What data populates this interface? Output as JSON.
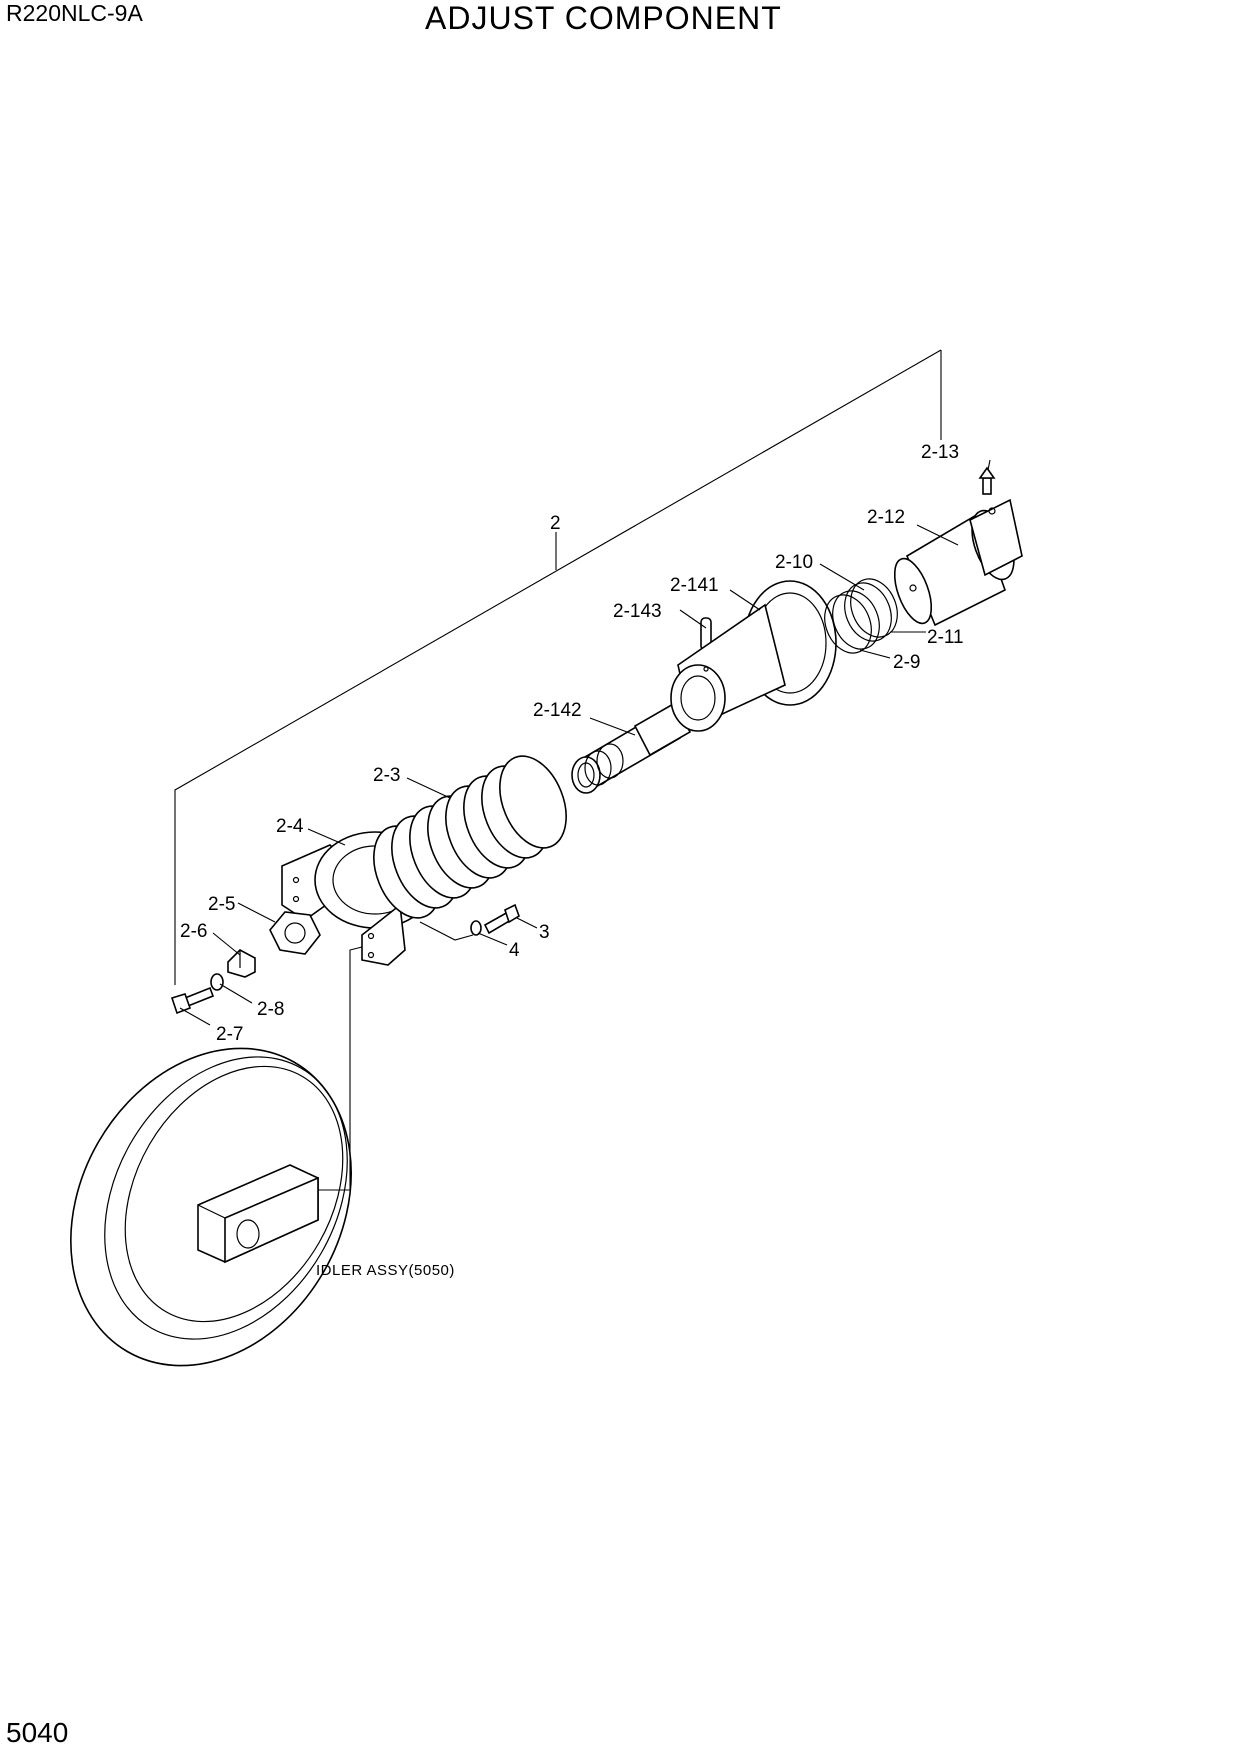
{
  "header": {
    "model": "R220NLC-9A",
    "title": "ADJUST COMPONENT"
  },
  "footer": {
    "page_number": "5040"
  },
  "diagram": {
    "labels": {
      "p2": "2",
      "p2_13": "2-13",
      "p2_12": "2-12",
      "p2_10": "2-10",
      "p2_141": "2-141",
      "p2_143": "2-143",
      "p2_11": "2-11",
      "p2_9": "2-9",
      "p2_142": "2-142",
      "p2_3": "2-3",
      "p2_4": "2-4",
      "p2_5": "2-5",
      "p2_6": "2-6",
      "p3": "3",
      "p4": "4",
      "p2_8": "2-8",
      "p2_7": "2-7"
    },
    "annotations": {
      "idler": "IDLER ASSY(5050)"
    }
  }
}
